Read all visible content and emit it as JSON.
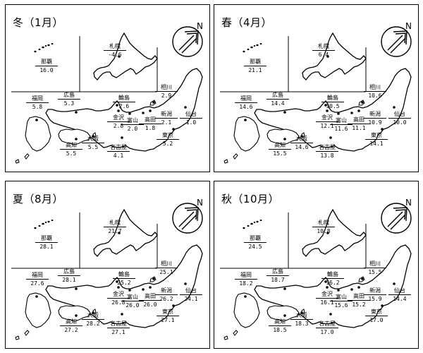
{
  "panels": [
    {
      "title": "冬（1月）",
      "cities": [
        {
          "name": "那覇",
          "temp": "16.0"
        },
        {
          "name": "札幌",
          "temp": "-4.6"
        },
        {
          "name": "相川",
          "temp": "2.9"
        },
        {
          "name": "輪島",
          "temp": "2.6"
        },
        {
          "name": "広島",
          "temp": "5.3"
        },
        {
          "name": "福岡",
          "temp": "5.8"
        },
        {
          "name": "金沢",
          "temp": "2.8"
        },
        {
          "name": "富山",
          "temp": "2.0"
        },
        {
          "name": "高田",
          "temp": "1.8"
        },
        {
          "name": "新潟",
          "temp": "2.1"
        },
        {
          "name": "仙台",
          "temp": "1.0"
        },
        {
          "name": "東京",
          "temp": "5.2"
        },
        {
          "name": "大阪",
          "temp": "5.5"
        },
        {
          "name": "名古屋",
          "temp": "4.1"
        },
        {
          "name": "高知",
          "temp": "5.5"
        }
      ]
    },
    {
      "title": "春（4月）",
      "cities": [
        {
          "name": "那覇",
          "temp": "21.1"
        },
        {
          "name": "札幌",
          "temp": "6.4"
        },
        {
          "name": "相川",
          "temp": "10.6"
        },
        {
          "name": "輪島",
          "temp": "10.5"
        },
        {
          "name": "広島",
          "temp": "14.4"
        },
        {
          "name": "福岡",
          "temp": "14.6"
        },
        {
          "name": "金沢",
          "temp": "12.1"
        },
        {
          "name": "富山",
          "temp": "11.6"
        },
        {
          "name": "高田",
          "temp": "11.1"
        },
        {
          "name": "新潟",
          "temp": "10.9"
        },
        {
          "name": "仙台",
          "temp": "10.0"
        },
        {
          "name": "東京",
          "temp": "14.1"
        },
        {
          "name": "大阪",
          "temp": "14.6"
        },
        {
          "name": "名古屋",
          "temp": "13.8"
        },
        {
          "name": "高知",
          "temp": "15.5"
        }
      ]
    },
    {
      "title": "夏（8月）",
      "cities": [
        {
          "name": "那覇",
          "temp": "28.1"
        },
        {
          "name": "札幌",
          "temp": "21.7"
        },
        {
          "name": "相川",
          "temp": "25.1"
        },
        {
          "name": "輪島",
          "temp": "25.2"
        },
        {
          "name": "広島",
          "temp": "28.1"
        },
        {
          "name": "福岡",
          "temp": "27.6"
        },
        {
          "name": "金沢",
          "temp": "26.8"
        },
        {
          "name": "富山",
          "temp": "26.0"
        },
        {
          "name": "高田",
          "temp": "26.0"
        },
        {
          "name": "新潟",
          "temp": "26.2"
        },
        {
          "name": "仙台",
          "temp": "24.1"
        },
        {
          "name": "東京",
          "temp": "27.1"
        },
        {
          "name": "大阪",
          "temp": "28.2"
        },
        {
          "name": "名古屋",
          "temp": "27.1"
        },
        {
          "name": "高知",
          "temp": "27.2"
        }
      ]
    },
    {
      "title": "秋（10月）",
      "cities": [
        {
          "name": "那覇",
          "temp": "24.5"
        },
        {
          "name": "札幌",
          "temp": "10.8"
        },
        {
          "name": "相川",
          "temp": "15.5"
        },
        {
          "name": "輪島",
          "temp": "16.2"
        },
        {
          "name": "広島",
          "temp": "18.7"
        },
        {
          "name": "福岡",
          "temp": "18.2"
        },
        {
          "name": "金沢",
          "temp": "16.1"
        },
        {
          "name": "富山",
          "temp": "15.6"
        },
        {
          "name": "高田",
          "temp": "15.2"
        },
        {
          "name": "新潟",
          "temp": "15.9"
        },
        {
          "name": "仙台",
          "temp": "14.4"
        },
        {
          "name": "東京",
          "temp": "17.0"
        },
        {
          "name": "大阪",
          "temp": "18.3"
        },
        {
          "name": "名古屋",
          "temp": "17.0"
        },
        {
          "name": "高知",
          "temp": "18.5"
        }
      ]
    }
  ],
  "compass": {
    "north_letter": "N"
  },
  "icons": {
    "compass": "north-arrow-icon"
  }
}
